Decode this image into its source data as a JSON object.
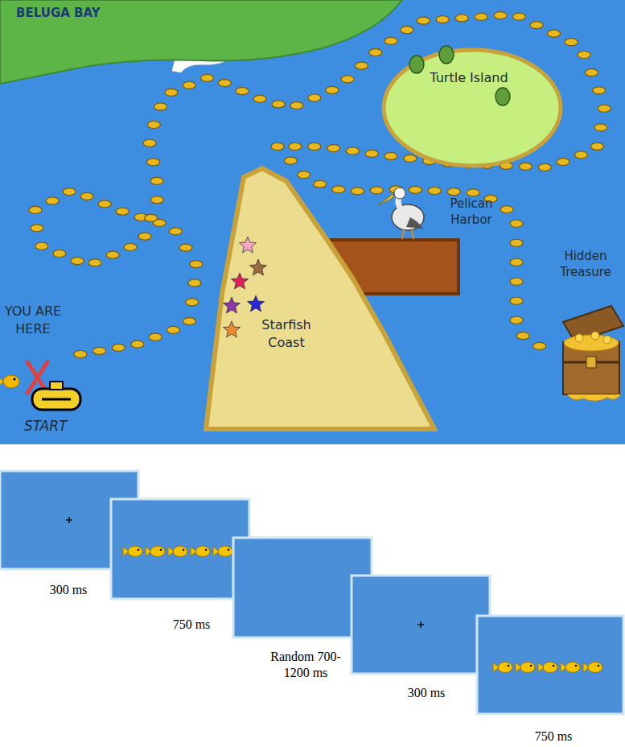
{
  "diagram": {
    "nodes": [
      {
        "text": [
          "BELUGA BAY"
        ]
      },
      {
        "text": [
          "Turtle Island"
        ]
      },
      {
        "text": [
          "Starfish Coast"
        ]
      },
      {
        "text": [
          "300 ms"
        ]
      },
      {
        "text": [
          "750 ms"
        ]
      },
      {
        "text": [
          "Random 700-1200 ms"
        ]
      },
      {
        "text": [
          "300 ms"
        ]
      },
      {
        "text": [
          "750 ms"
        ]
      }
    ],
    "labels": [
      "YOU ARE HERE",
      "START",
      "Pelican Harbor",
      "Hidden Treasure"
    ]
  }
}
